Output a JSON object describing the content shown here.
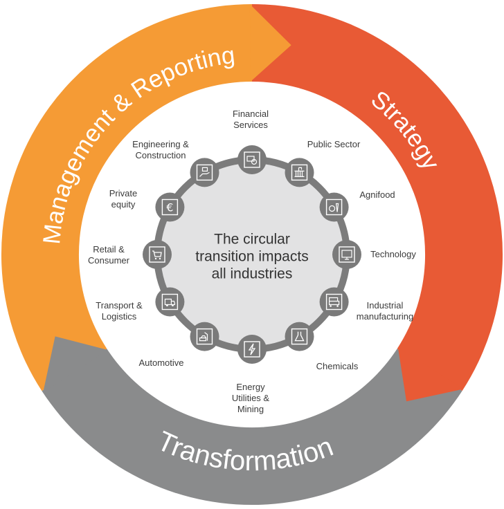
{
  "colors": {
    "management": "#f59b35",
    "strategy": "#e85a35",
    "transformation": "#8a8b8c",
    "hub_fill": "#e2e2e3",
    "hub_ring": "#7c7c7c",
    "node": "#7a7a7a"
  },
  "cycle": {
    "management": "Management & Reporting",
    "strategy": "Strategy",
    "transformation": "Transformation"
  },
  "center": {
    "lines": [
      "The circular",
      "transition impacts",
      "all industries"
    ]
  },
  "industries": [
    {
      "lines": [
        "Financial",
        "Services"
      ],
      "icon": "banknotes-coins-icon"
    },
    {
      "lines": [
        "Public Sector"
      ],
      "icon": "government-building-icon"
    },
    {
      "lines": [
        "Agnifood"
      ],
      "icon": "apple-carrot-icon"
    },
    {
      "lines": [
        "Technology"
      ],
      "icon": "computer-monitor-icon"
    },
    {
      "lines": [
        "Industrial",
        "manufacturing"
      ],
      "icon": "factory-cart-icon"
    },
    {
      "lines": [
        "Chemicals"
      ],
      "icon": "flask-icon"
    },
    {
      "lines": [
        "Energy",
        "Utilities &",
        "Mining"
      ],
      "icon": "lightning-icon"
    },
    {
      "lines": [
        "Automotive"
      ],
      "icon": "car-robot-arm-icon"
    },
    {
      "lines": [
        "Transport &",
        "Logistics"
      ],
      "icon": "delivery-truck-icon"
    },
    {
      "lines": [
        "Retail &",
        "Consumer"
      ],
      "icon": "shopping-cart-icon"
    },
    {
      "lines": [
        "Private",
        "equity"
      ],
      "icon": "euro-icon"
    },
    {
      "lines": [
        "Engineering &",
        "Construction"
      ],
      "icon": "hand-briefcase-icon"
    }
  ]
}
